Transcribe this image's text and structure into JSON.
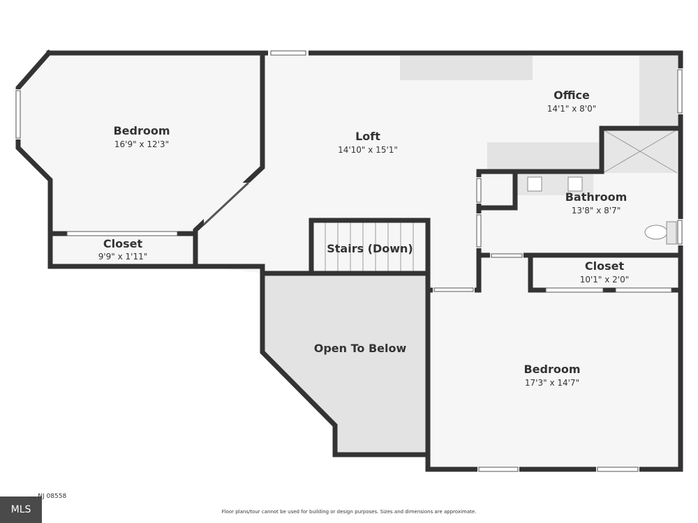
{
  "rooms": {
    "bedroom_nw": {
      "name": "Bedroom",
      "dims": "16'9\" x 12'3\""
    },
    "closet_w": {
      "name": "Closet",
      "dims": "9'9\" x 1'11\""
    },
    "loft": {
      "name": "Loft",
      "dims": "14'10\" x 15'1\""
    },
    "office": {
      "name": "Office",
      "dims": "14'1\" x 8'0\""
    },
    "bathroom": {
      "name": "Bathroom",
      "dims": "13'8\" x 8'7\""
    },
    "stairs": {
      "name": "Stairs (Down)"
    },
    "closet_e": {
      "name": "Closet",
      "dims": "10'1\" x 2'0\""
    },
    "open_below": {
      "name": "Open To Below"
    },
    "bedroom_se": {
      "name": "Bedroom",
      "dims": "17'3\" x 14'7\""
    }
  },
  "footer": {
    "disclaimer": "Floor plans/tour cannot be used for building or design purposes. Sizes and dimensions are approximate.",
    "address": "..., NJ 08558",
    "mls": "MLS"
  },
  "colors": {
    "wall": "#333333",
    "floor": "#f6f6f6",
    "shade": "#e3e3e3"
  }
}
